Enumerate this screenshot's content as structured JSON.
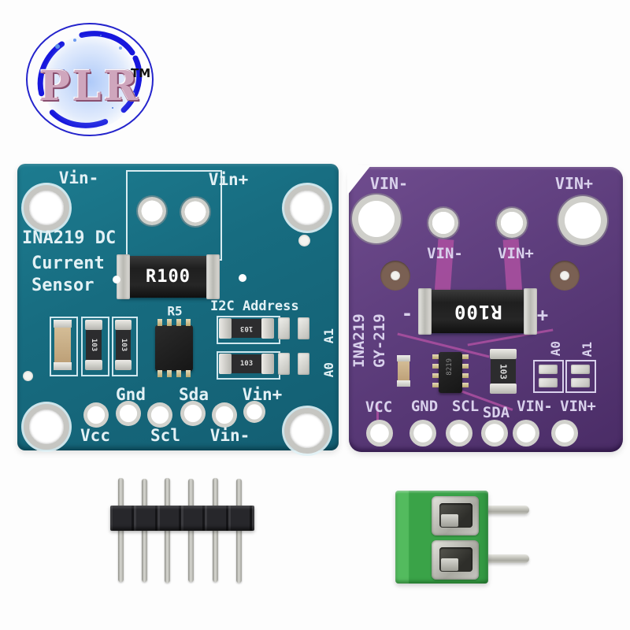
{
  "logo": {
    "text": "PLR",
    "tm": "TM",
    "accent_blue": "#1717dd",
    "text_color": "#cfa6bd"
  },
  "boards": {
    "teal": {
      "title_line1": "INA219 DC",
      "title_line2": "Current",
      "title_line3": "Sensor",
      "vin_minus_top": "Vin-",
      "vin_plus_top": "Vin+",
      "shunt_label": "R100",
      "r5_label": "R5",
      "i2c_label": "I2C Address",
      "a1_label": "A1",
      "a0_label": "A0",
      "res_left1": "103",
      "res_left2": "103",
      "res_right1": "103",
      "res_right2": "103",
      "pin_top_gnd": "Gnd",
      "pin_top_sda": "Sda",
      "pin_top_vinp": "Vin+",
      "pin_bottom_vcc": "Vcc",
      "pin_bottom_scl": "Scl",
      "pin_bottom_vinm": "Vin-",
      "colors": {
        "pcb": "#176c80",
        "silkscreen": "#e3f1f5"
      }
    },
    "purple": {
      "vin_minus_top": "VIN-",
      "vin_plus_top": "VIN+",
      "vin_minus_mid": "VIN-",
      "vin_plus_mid": "VIN+",
      "vertical_label1": "INA219",
      "vertical_label2": "GY-219",
      "shunt_label": "R100",
      "minus_sign": "-",
      "plus_sign": "+",
      "ic_label": "8219",
      "res_label": "103",
      "a0_label": "A0",
      "a1_label": "A1",
      "pin_labels": [
        "VCC",
        "GND",
        "SCL",
        "SDA",
        "VIN-",
        "VIN+"
      ],
      "colors": {
        "pcb": "#5d3d7c",
        "trace": "#a94f9f",
        "silkscreen": "#d9d1ec"
      }
    }
  },
  "accessories": {
    "pin_header": {
      "pin_count": "6"
    },
    "terminal_block": {
      "position_count": "2",
      "color": "#3aa348"
    }
  }
}
